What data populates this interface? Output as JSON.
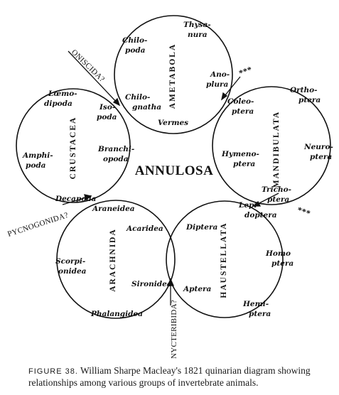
{
  "center_title": "ANNULOSA",
  "circles": [
    {
      "id": "ametabola",
      "name": "AMETABOLA",
      "taxa": {
        "chilopoda_1": "Chilo-",
        "chilopoda_2": "poda",
        "thysanura_1": "Thysa-",
        "thysanura_2": "nura",
        "anoplura_1": "Ano-",
        "anoplura_2": "plura",
        "chilognatha_1": "Chilo-",
        "chilognatha_2": "gnatha",
        "vermes": "Vermes"
      }
    },
    {
      "id": "crustacea",
      "name": "CRUSTACEA",
      "taxa": {
        "laemodipoda_1": "Lœmo-",
        "laemodipoda_2": "dipoda",
        "isopoda_1": "Iso-",
        "isopoda_2": "poda",
        "branchiopoda_1": "Branchi-",
        "branchiopoda_2": "opoda",
        "amphipoda_1": "Amphi-",
        "amphipoda_2": "poda",
        "decapoda": "Decapoda"
      }
    },
    {
      "id": "mandibulata",
      "name": "MANDIBULATA",
      "taxa": {
        "coleoptera_1": "Coleo-",
        "coleoptera_2": "ptera",
        "orthoptera_1": "Ortho-",
        "orthoptera_2": "ptera",
        "neuroptera_1": "Neuro-",
        "neuroptera_2": "ptera",
        "hymenoptera_1": "Hymeno-",
        "hymenoptera_2": "ptera",
        "trichoptera_1": "Tricho-",
        "trichoptera_2": "ptera"
      }
    },
    {
      "id": "arachnida",
      "name": "ARACHNIDA",
      "taxa": {
        "araneidea": "Araneidea",
        "acaridea": "Acaridea",
        "scorpionidea_1": "Scorpi-",
        "scorpionidea_2": "onidea",
        "sironidea": "Sironidea",
        "phalangidea": "Phalangidea"
      }
    },
    {
      "id": "haustellata",
      "name": "HAUSTELLATA",
      "taxa": {
        "lepidoptera_1": "Lepi-",
        "lepidoptera_2": "doptera",
        "diptera": "Diptera",
        "homoptera_1": "Homo",
        "homoptera_2": "ptera",
        "aptera": "Aptera",
        "hemiptera_1": "Hemi-",
        "hemiptera_2": "ptera"
      }
    }
  ],
  "osculants": {
    "oniscida": "ONISCIDA?",
    "pycnogonida": "PYCNOGONIDA?",
    "nycteribida": "NYCTERIBIDA?",
    "upper_right_marks": "***",
    "lower_right_marks": "***"
  },
  "caption": {
    "label": "FIGURE 38.",
    "text": " William Sharpe Macleay's 1821 quinarian diagram showing relationships among various groups of invertebrate animals."
  }
}
